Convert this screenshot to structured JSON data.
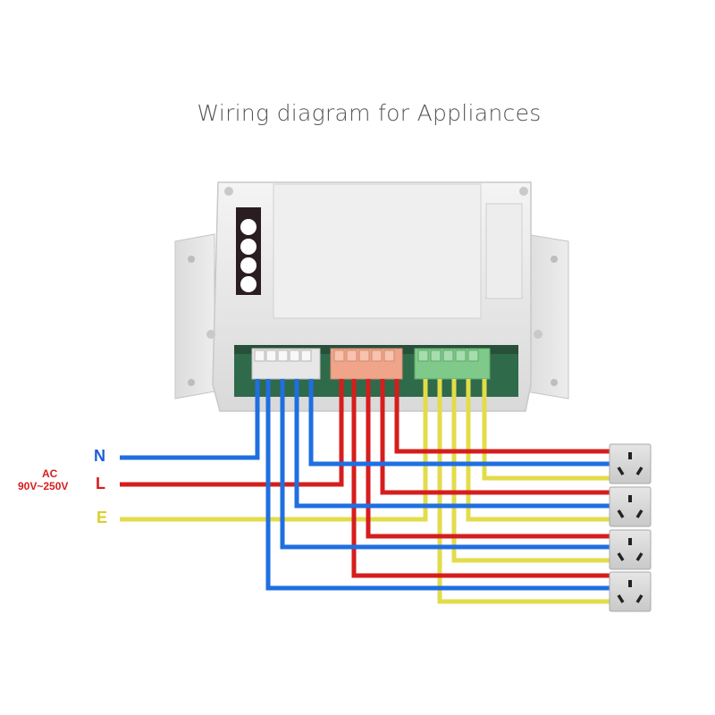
{
  "title": "Wiring diagram for Appliances",
  "supply": {
    "neutral": "N",
    "live": "L",
    "earth": "E",
    "ac_label": "AC",
    "voltage_range": "90V~250V"
  },
  "colors": {
    "neutral_wire": "#1f6fe0",
    "live_wire": "#d61d1d",
    "earth_wire": "#e3dc4a",
    "neutral_label": "#1a5fd6",
    "live_label": "#d61d1d",
    "earth_label": "#d9cf2e",
    "terminal_white": "#f2f2f2",
    "terminal_orange": "#f0a58a",
    "terminal_green": "#7fc98a",
    "housing": "#e9e9e9",
    "outlet_body": "#d8d8d8"
  },
  "outlets": [
    {
      "icon": "outlet-icon"
    },
    {
      "icon": "outlet-icon"
    },
    {
      "icon": "outlet-icon"
    },
    {
      "icon": "outlet-icon"
    }
  ],
  "status_led_count": 4
}
